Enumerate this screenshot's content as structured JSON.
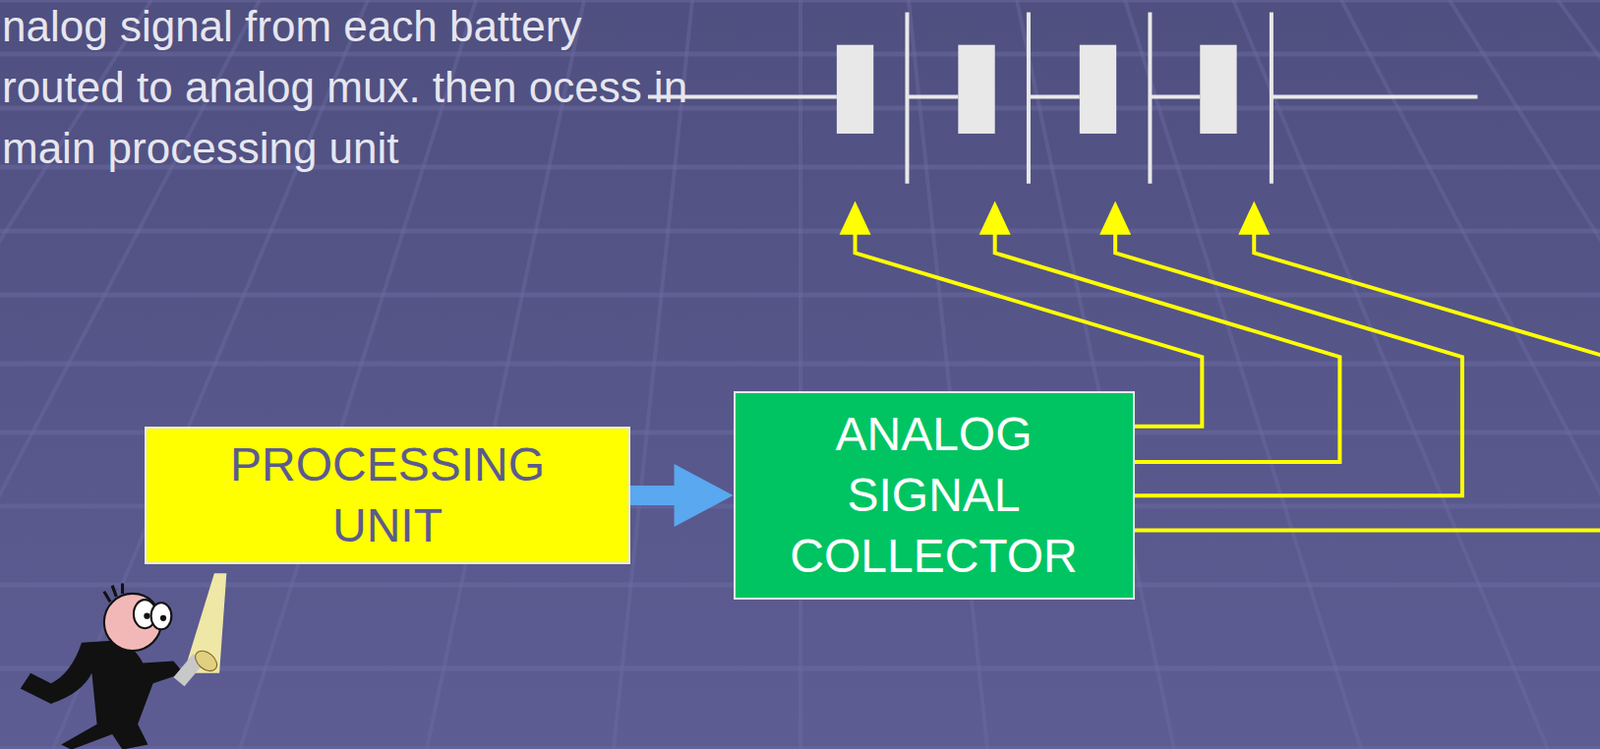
{
  "diagram": {
    "nodes": [
      {
        "text": [
          "PROCESSING UNIT"
        ]
      },
      {
        "text": [
          "ANALOG SIGNAL COLLECTOR"
        ]
      }
    ],
    "edges": [
      {
        "from": 0,
        "to": 1,
        "arrow": "to"
      }
    ],
    "labels": [
      "nalog signal from each battery routed to analog mux. then ocess in main processing unit"
    ]
  }
}
